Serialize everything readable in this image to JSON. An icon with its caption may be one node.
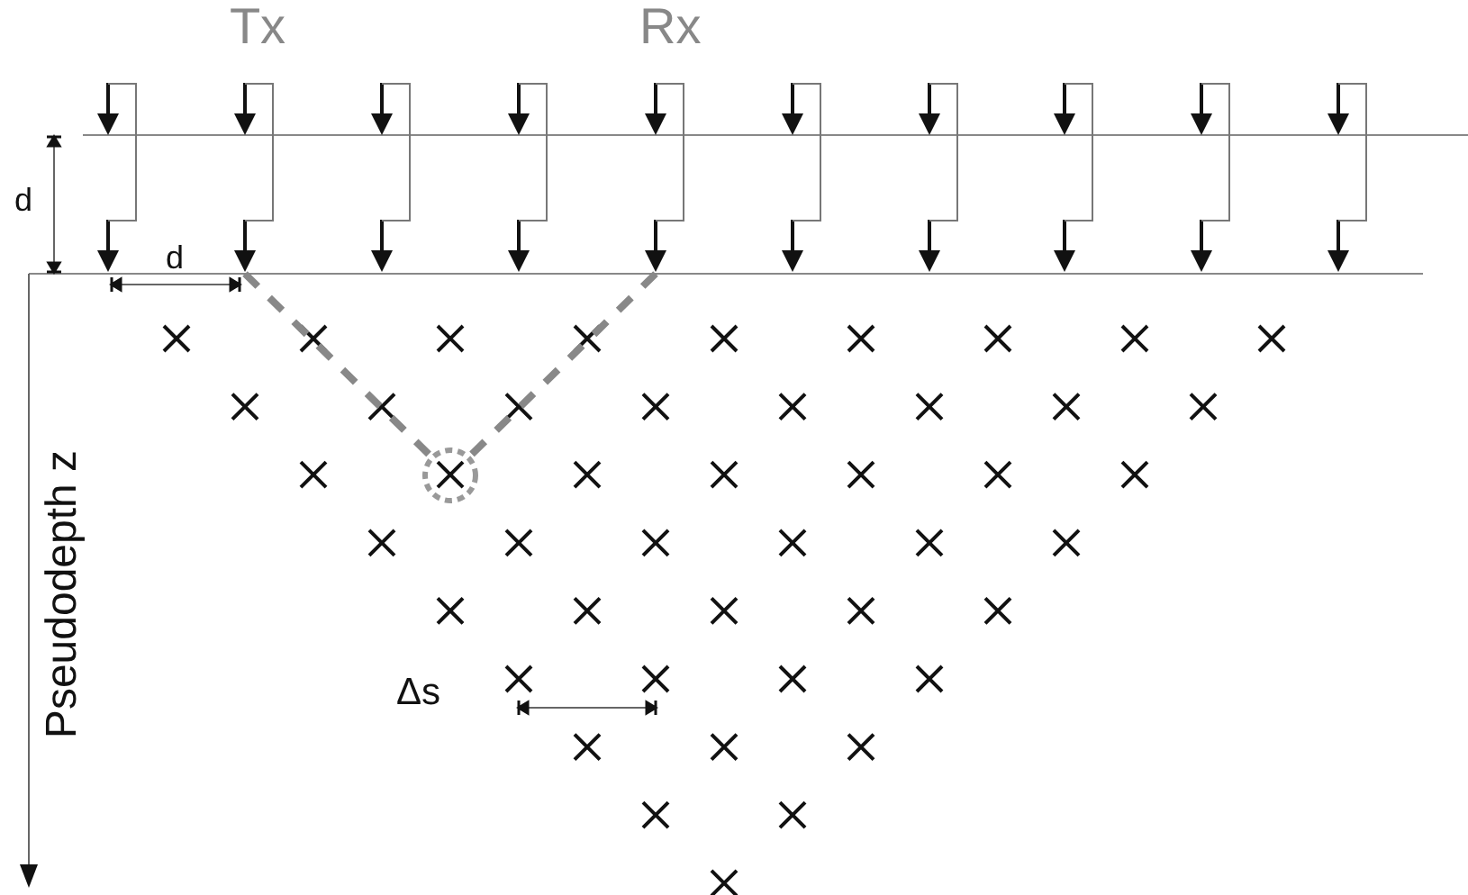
{
  "diagram": {
    "nodes": [
      {
        "text": [],
        "shape": "arrow"
      },
      {
        "text": [
          "Tx"
        ]
      },
      {
        "text": [],
        "shape": "arrow"
      },
      {
        "text": [],
        "shape": "arrow"
      },
      {
        "text": [
          "Rx"
        ]
      },
      {
        "text": [],
        "shape": "arrow"
      },
      {
        "text": [],
        "shape": "arrow"
      },
      {
        "text": [],
        "shape": "arrow"
      },
      {
        "text": [],
        "shape": "arrow"
      },
      {
        "text": [],
        "shape": "arrow"
      },
      {
        "text": [],
        "shape": "circle"
      }
    ],
    "edges": [
      {
        "from": 1,
        "to": 10,
        "arrow": "none",
        "style": "dashed"
      },
      {
        "from": 4,
        "to": 10,
        "arrow": "none",
        "style": "dashed"
      }
    ],
    "labels": [
      "d",
      "d",
      "Δs",
      "Pseudodepth z"
    ]
  }
}
